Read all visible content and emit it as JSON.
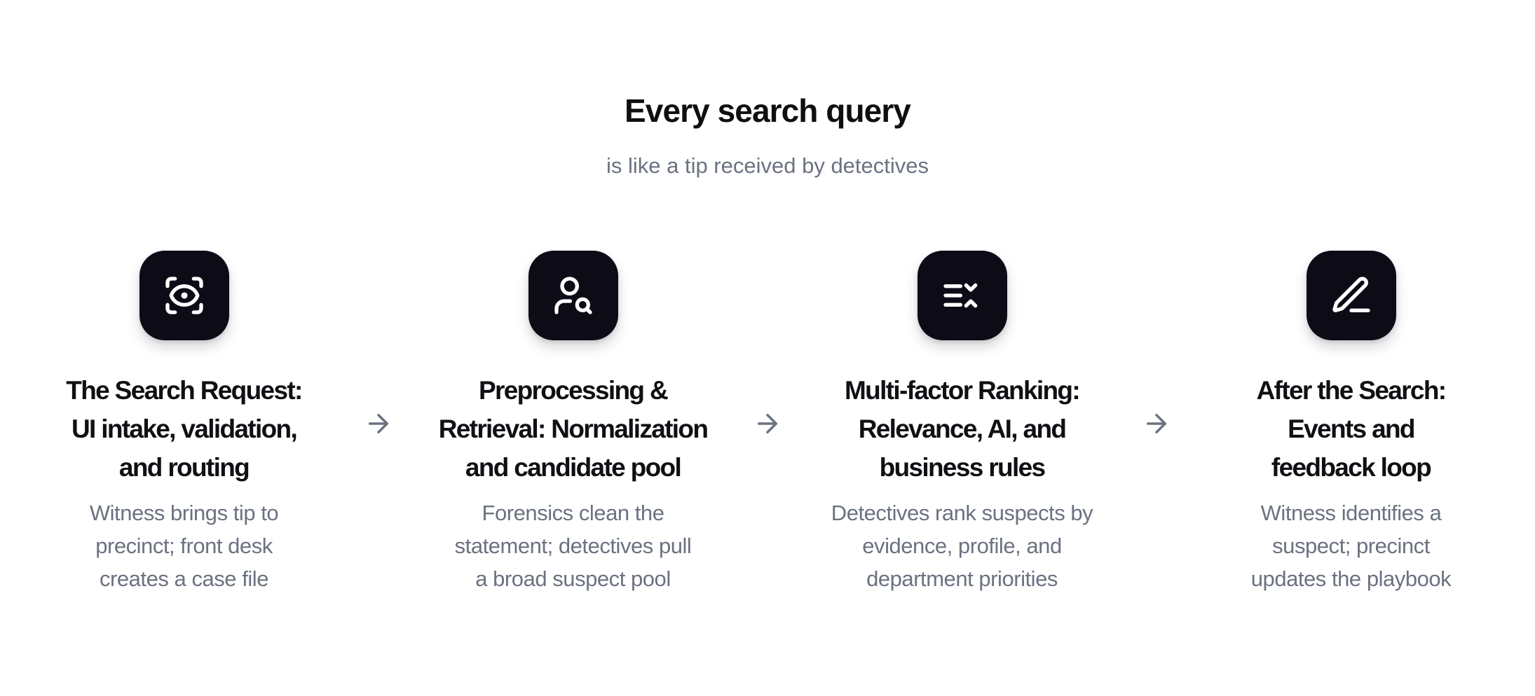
{
  "page": {
    "title": "Every search query",
    "subtitle": "is like a tip received by detectives",
    "background": "#ffffff"
  },
  "colors": {
    "icon_tile_bg": "#0d0b16",
    "icon_glyph": "#ffffff",
    "heading_text": "#0f0f12",
    "muted_text": "#6b7280",
    "arrow": "#6b7280"
  },
  "connector": {
    "icon": "arrow-right-icon",
    "direction": "right",
    "count": 3
  },
  "steps": [
    {
      "icon": "scan-eye-icon",
      "title": [
        "The Search Request:",
        "UI intake, validation,",
        "and routing"
      ],
      "description": [
        "Witness brings tip to",
        "precinct; front desk",
        "creates a case file"
      ]
    },
    {
      "icon": "user-search-icon",
      "title": [
        "Preprocessing &",
        "Retrieval: Normalization",
        "and candidate pool"
      ],
      "description": [
        "Forensics clean the",
        "statement; detectives pull",
        "a broad suspect pool"
      ]
    },
    {
      "icon": "list-sort-icon",
      "title": [
        "Multi-factor Ranking:",
        "Relevance, AI, and",
        "business rules"
      ],
      "description": [
        "Detectives rank suspects by",
        "evidence, profile, and",
        "department priorities"
      ]
    },
    {
      "icon": "pencil-line-icon",
      "title": [
        "After the Search:",
        "Events and",
        "feedback loop"
      ],
      "description": [
        "Witness identifies a",
        "suspect; precinct",
        "updates the playbook"
      ]
    }
  ]
}
